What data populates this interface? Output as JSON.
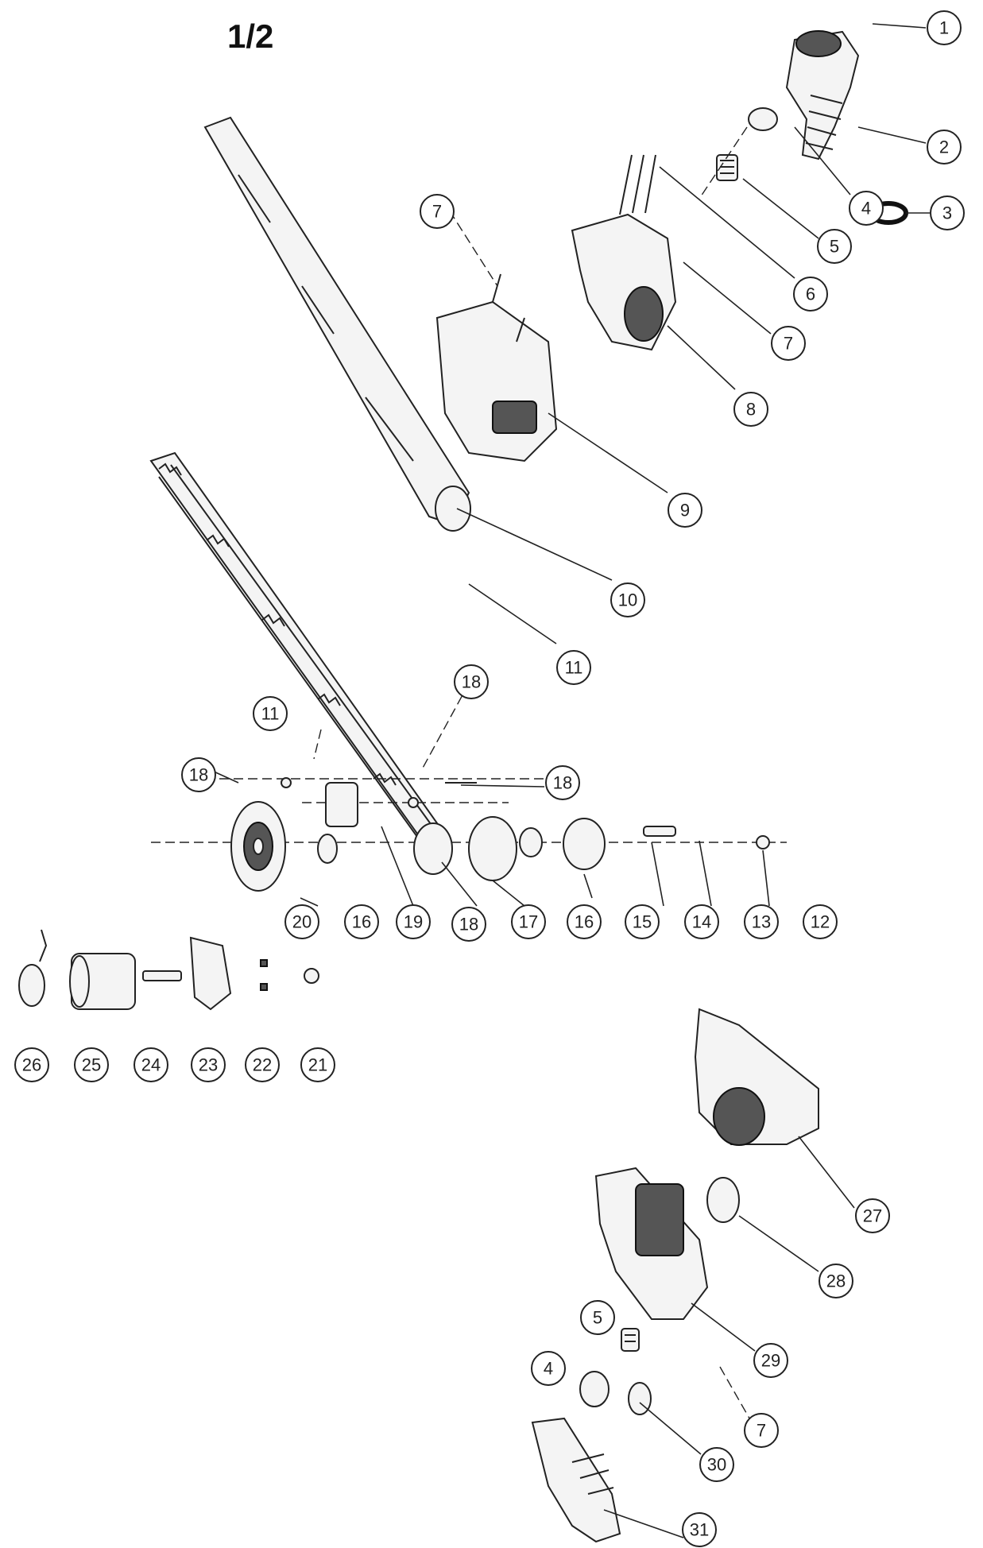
{
  "diagram": {
    "page_label": "1/2",
    "callouts": [
      "1",
      "2",
      "3",
      "4",
      "5",
      "6",
      "7",
      "7",
      "8",
      "9",
      "10",
      "11",
      "11",
      "18",
      "18",
      "18",
      "18",
      "20",
      "16",
      "19",
      "17",
      "16",
      "15",
      "14",
      "13",
      "12",
      "26",
      "25",
      "24",
      "23",
      "22",
      "21",
      "27",
      "28",
      "29",
      "5",
      "4",
      "7",
      "30",
      "31"
    ],
    "colors": {
      "line": "#222222",
      "fill": "#f4f4f4",
      "dark": "#555555"
    }
  }
}
